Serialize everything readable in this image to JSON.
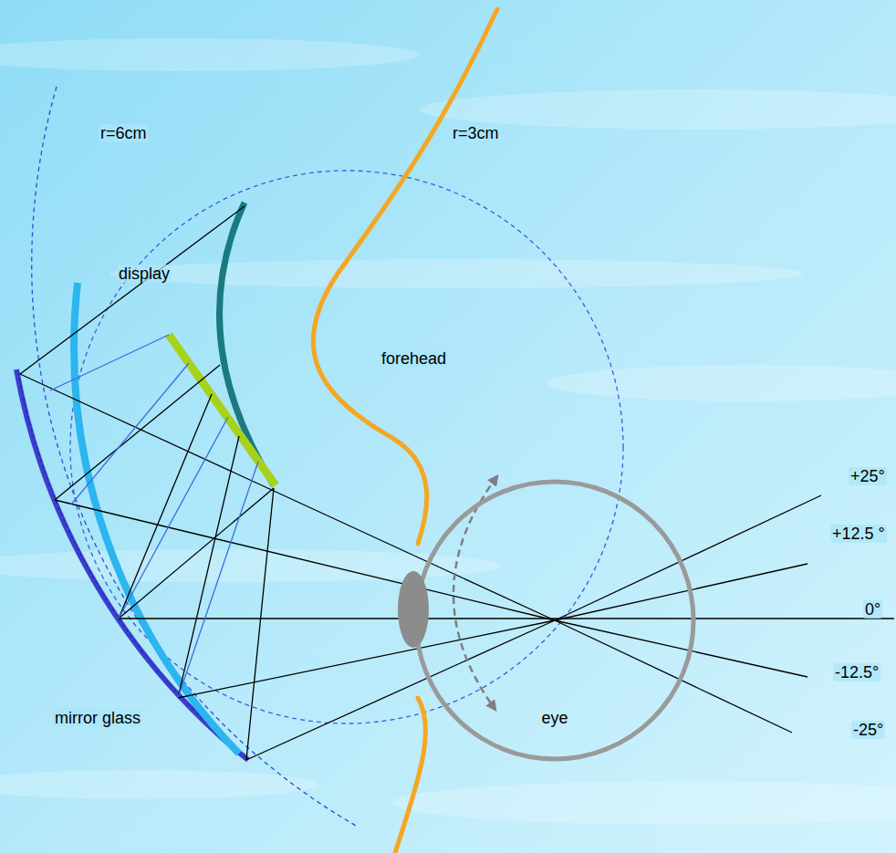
{
  "diagram": {
    "nodes": [
      {
        "text": [
          "eye"
        ]
      }
    ],
    "labels": [
      "r=6cm",
      "r=3cm",
      "display",
      "forehead",
      "mirror glass",
      "+25°",
      "+12.5 °",
      "0°",
      "-12.5°",
      "-25°"
    ]
  }
}
